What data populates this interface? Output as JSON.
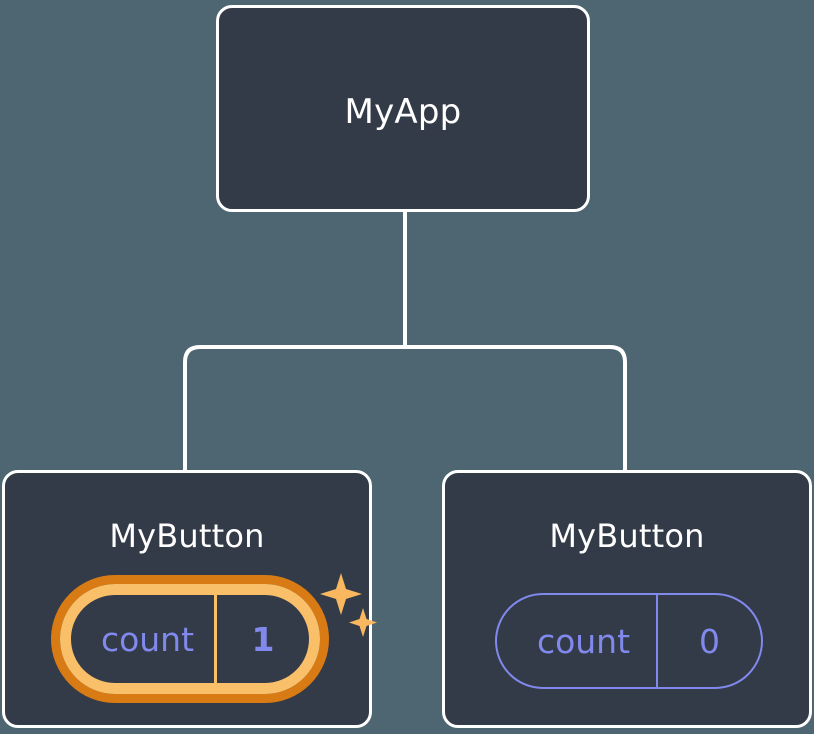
{
  "diagram": {
    "type": "component-tree",
    "background_color": "#4d6671",
    "node_fill_color": "#333a48",
    "node_border_color": "#ffffff",
    "connector_color": "#ffffff",
    "state_accent_color": "#8189ec",
    "highlight_ring_outer_color": "#d87b15",
    "highlight_ring_inner_color": "#f9c069",
    "sparkle_color": "#f9b860",
    "root": {
      "title": "MyApp"
    },
    "children": [
      {
        "title": "MyButton",
        "state": {
          "key": "count",
          "value": "1"
        },
        "highlighted": true,
        "sparkles": true
      },
      {
        "title": "MyButton",
        "state": {
          "key": "count",
          "value": "0"
        },
        "highlighted": false,
        "sparkles": false
      }
    ]
  }
}
